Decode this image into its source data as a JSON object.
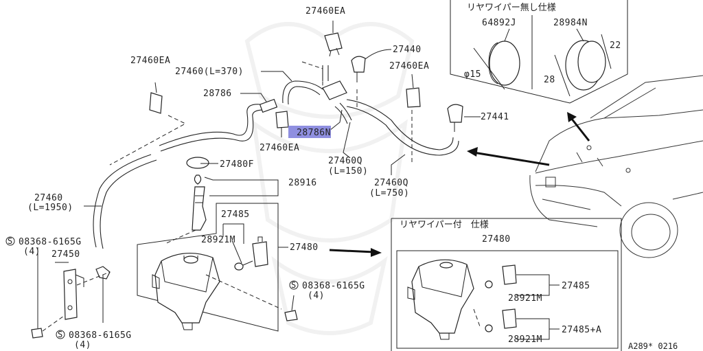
{
  "labels": {
    "l_27460EA_top": "27460EA",
    "l_27440": "27440",
    "l_27460EA_left": "27460EA",
    "l_27460_370": "27460(L=370)",
    "l_28786": "28786",
    "l_27460EA_right": "27460EA",
    "l_27441": "27441",
    "l_28786N": "28786N",
    "l_27460EA_mid": "27460EA",
    "l_27460Q_150": "27460Q",
    "l_L150": "(L=150)",
    "l_27460Q_750": "27460Q",
    "l_L750": "(L=750)",
    "l_27480F": "27480F",
    "l_28916": "28916",
    "l_27460_1950": "27460",
    "l_L1950": "(L=1950)",
    "l_27485": "27485",
    "l_28921M": "28921M",
    "l_27480": "27480",
    "l_bolt1": "08368-6165G",
    "l_bolt1_qty": "(4)",
    "l_27450": "27450",
    "l_bolt2": "08368-6165G",
    "l_bolt2_qty": "(4)",
    "l_bolt3": "08368-6165G",
    "l_bolt3_qty": "(4)",
    "l_spec_no_wiper": "リヤワイパー無し仕様",
    "l_64892J": "64892J",
    "l_28984N": "28984N",
    "l_dim_15": "φ15",
    "l_dim_22": "22",
    "l_dim_28": "28",
    "l_spec_with_wiper": "リヤワイパー付　仕様",
    "l_27480_inset": "27480",
    "l_27485_inset": "27485",
    "l_28921M_inset1": "28921M",
    "l_27485A": "27485+A",
    "l_28921M_inset2": "28921M",
    "l_ref": "A289* 0216"
  },
  "highlight_color": "#8f8fe0"
}
